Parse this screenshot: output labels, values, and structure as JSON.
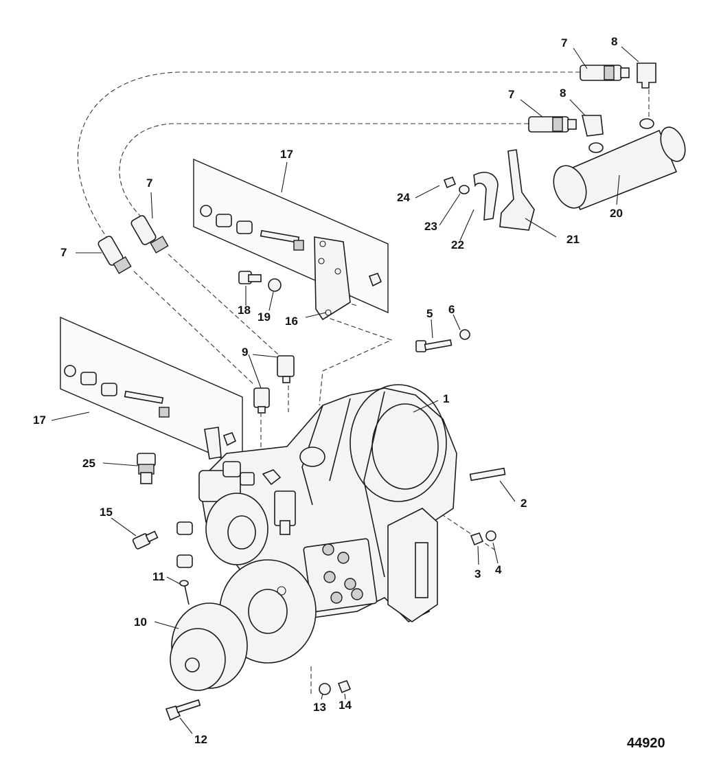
{
  "figure_number": "44920",
  "callouts": {
    "c1": "1",
    "c2": "2",
    "c3": "3",
    "c4": "4",
    "c5": "5",
    "c6": "6",
    "c7": "7",
    "c8": "8",
    "c9": "9",
    "c10": "10",
    "c11": "11",
    "c12": "12",
    "c13": "13",
    "c14": "14",
    "c15": "15",
    "c16": "16",
    "c17": "17",
    "c18": "18",
    "c19": "19",
    "c20": "20",
    "c21": "21",
    "c22": "22",
    "c23": "23",
    "c24": "24",
    "c25": "25"
  }
}
